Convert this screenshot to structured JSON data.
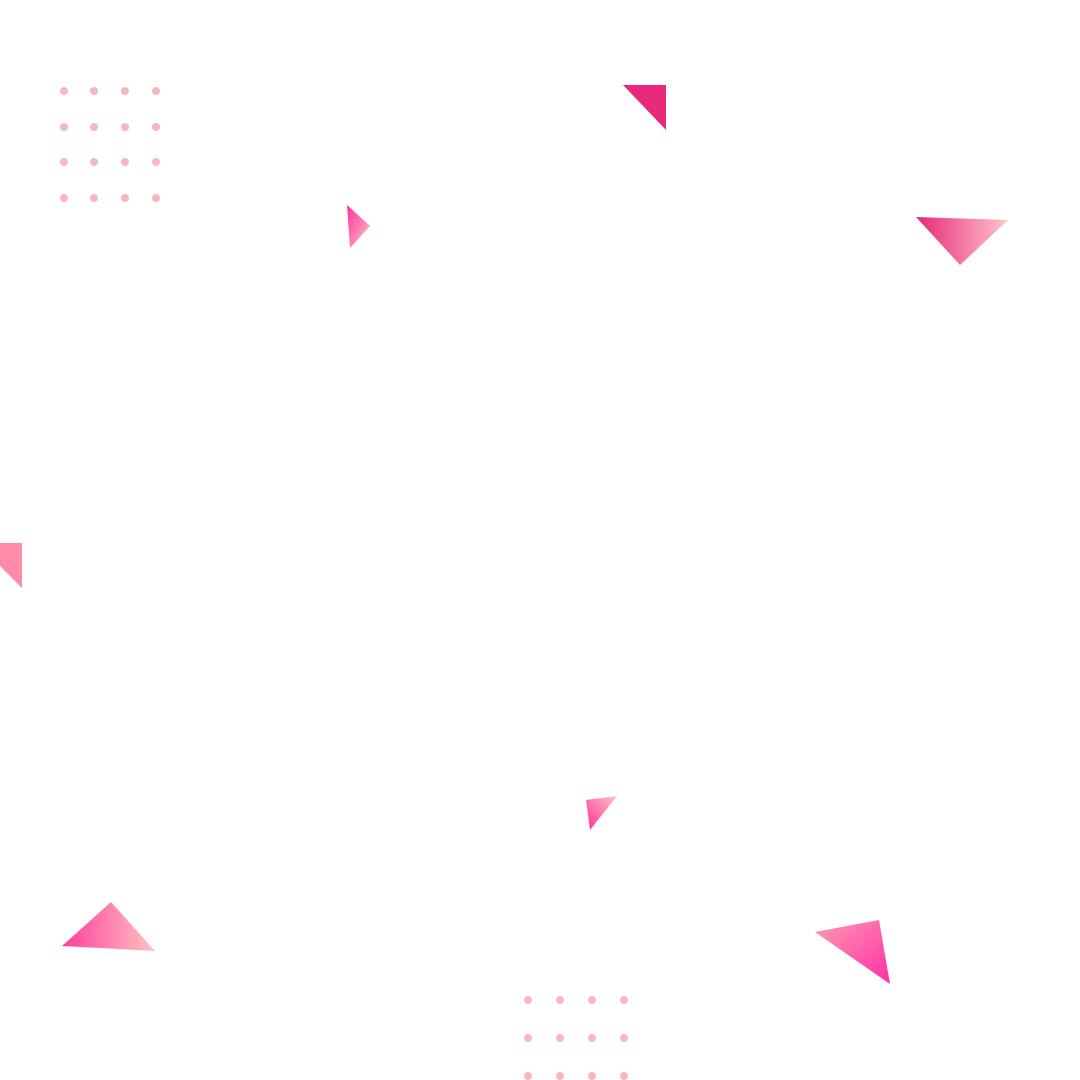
{
  "background": "#ffffff",
  "colors": {
    "deep_pink": "#e8287a",
    "hot_pink": "#ff3fa4",
    "medium_pink": "#ff6fa0",
    "light_pink": "#ffb8c0",
    "dot_pink": "#f7b8bc"
  },
  "decorations": {
    "triangles": [
      {
        "name": "triangle-top-center",
        "fill": "solid-deep"
      },
      {
        "name": "triangle-top-small",
        "fill": "gradient-hot-to-light"
      },
      {
        "name": "triangle-top-right",
        "fill": "gradient-deep-to-light"
      },
      {
        "name": "triangle-left-edge",
        "fill": "solid-medium"
      },
      {
        "name": "triangle-center-small",
        "fill": "gradient-light-to-hot"
      },
      {
        "name": "triangle-bottom-left",
        "fill": "gradient-hot-to-light"
      },
      {
        "name": "triangle-bottom-right",
        "fill": "gradient-light-to-hot"
      }
    ],
    "dot_grids": [
      {
        "name": "dot-grid-top-left",
        "rows": 4,
        "cols": 4
      },
      {
        "name": "dot-grid-bottom-center",
        "rows": 3,
        "cols": 4
      }
    ]
  }
}
